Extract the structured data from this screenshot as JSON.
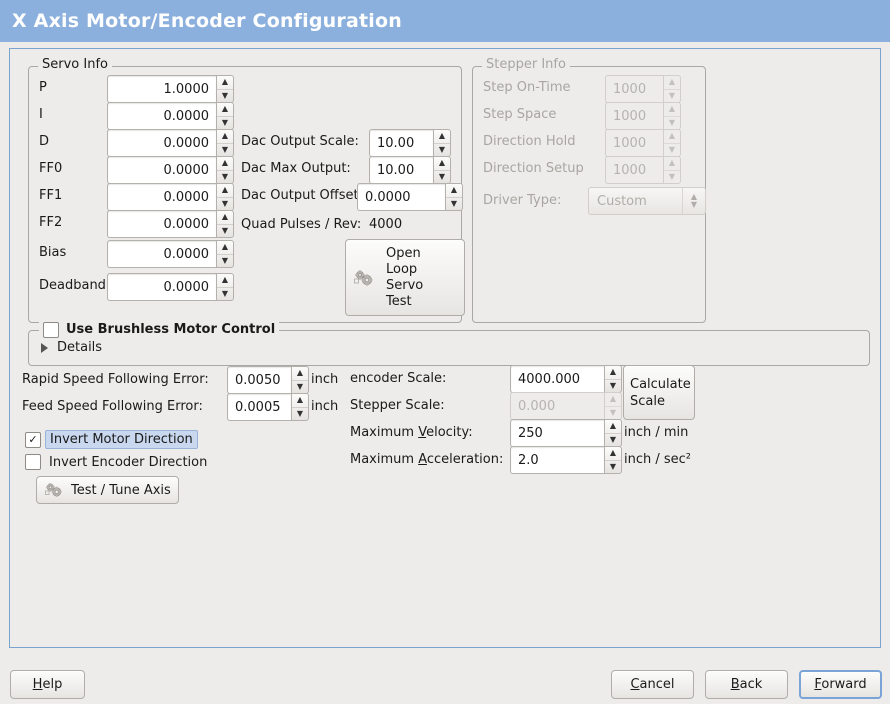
{
  "window": {
    "title": "X Axis Motor/Encoder Configuration",
    "titlebar_color": "#8cb0dd",
    "background_color": "#edecea"
  },
  "servo_info": {
    "legend": "Servo Info",
    "pid_rows": [
      {
        "label": "P",
        "value": "1.0000"
      },
      {
        "label": "I",
        "value": "0.0000"
      },
      {
        "label": "D",
        "value": "0.0000"
      },
      {
        "label": "FF0",
        "value": "0.0000"
      },
      {
        "label": "FF1",
        "value": "0.0000"
      },
      {
        "label": "FF2",
        "value": "0.0000"
      },
      {
        "label": "Bias",
        "value": "0.0000"
      },
      {
        "label": "Deadband",
        "value": "0.0000"
      }
    ],
    "dac_rows": [
      {
        "label": "Dac Output Scale:",
        "value": "10.00"
      },
      {
        "label": "Dac Max Output:",
        "value": "10.00"
      },
      {
        "label": "Dac Output Offset:",
        "value": "0.0000"
      }
    ],
    "quad_pulses_label": "Quad Pulses / Rev:",
    "quad_pulses_value": "4000",
    "open_loop_button": "Open\nLoop\nServo\nTest",
    "open_loop_lines": [
      "Open",
      "Loop",
      "Servo",
      "Test"
    ],
    "open_loop_icon": "gears-icon"
  },
  "stepper_info": {
    "legend": "Stepper Info",
    "enabled": false,
    "rows": [
      {
        "label": "Step On-Time",
        "value": "1000"
      },
      {
        "label": "Step Space",
        "value": "1000"
      },
      {
        "label": "Direction Hold",
        "value": "1000"
      },
      {
        "label": "Direction Setup",
        "value": "1000"
      }
    ],
    "driver_type_label": "Driver Type:",
    "driver_type_value": "Custom"
  },
  "brushless": {
    "checkbox_label": "Use Brushless Motor Control",
    "checked": false,
    "details_label": "Details",
    "details_expanded": false
  },
  "tuning": {
    "rapid_error_label": "Rapid Speed Following Error:",
    "rapid_error_value": "0.0050",
    "rapid_error_unit": "inch",
    "feed_error_label": "Feed Speed Following Error:",
    "feed_error_value": "0.0005",
    "feed_error_unit": "inch",
    "invert_motor_label": "Invert Motor Direction",
    "invert_motor_checked": true,
    "invert_encoder_label": "Invert Encoder Direction",
    "invert_encoder_checked": false,
    "test_tune_button": "Test / Tune Axis",
    "test_tune_icon": "gears-icon"
  },
  "scales": {
    "encoder_scale_label": "encoder Scale:",
    "encoder_scale_value": "4000.000",
    "stepper_scale_label": "Stepper Scale:",
    "stepper_scale_value": "0.000",
    "stepper_scale_enabled": false,
    "calculate_button_lines": [
      "Calculate",
      "Scale"
    ],
    "max_velocity_label": "Maximum Velocity:",
    "max_velocity_value": "250",
    "max_velocity_unit": "inch / min",
    "max_accel_label": "Maximum Acceleration:",
    "max_accel_value": "2.0",
    "max_accel_unit": "inch / sec²"
  },
  "actions": {
    "help": "Help",
    "cancel": "Cancel",
    "back": "Back",
    "forward": "Forward",
    "default_button": "Forward"
  }
}
